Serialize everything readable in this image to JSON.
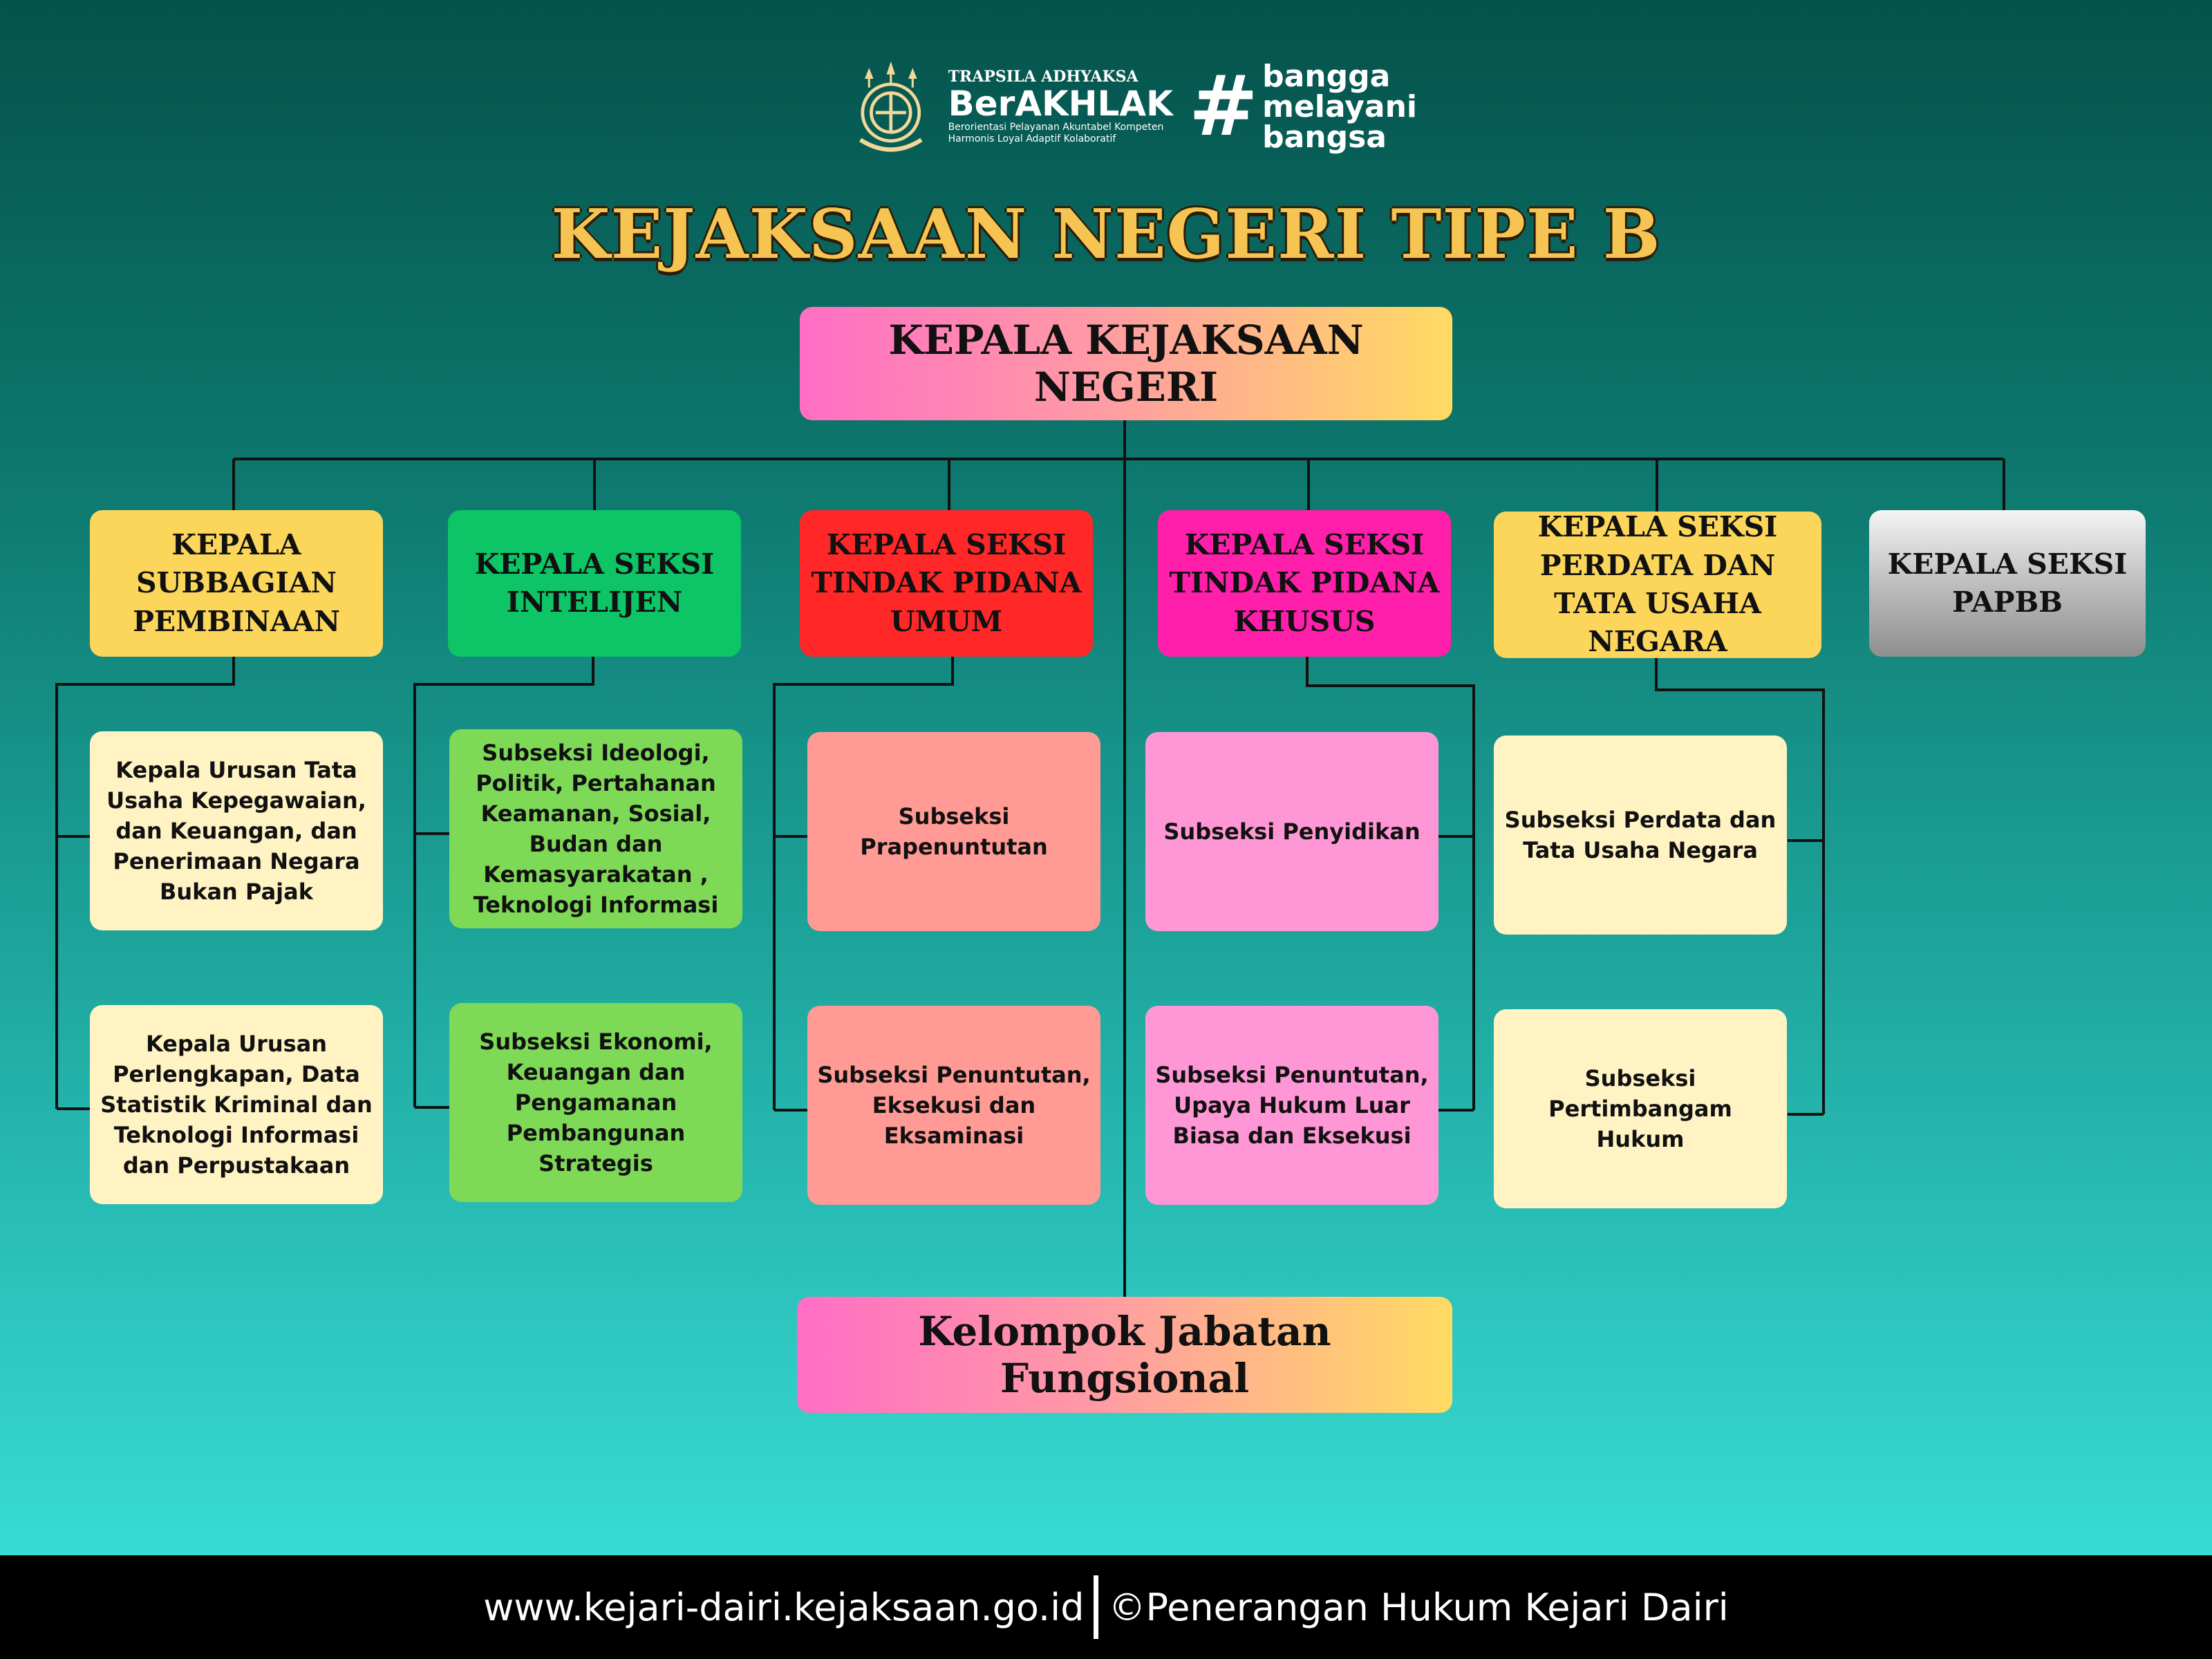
{
  "header": {
    "emblem": "kejaksaan-emblem-icon",
    "tagline_small": "TRAPSILA ADHYAKSA",
    "tagline_main": "BerAKHLAK",
    "tagline_sub": "Berorientasi Pelayanan Akuntabel Kompeten Harmonis Loyal Adaptif Kolaboratif",
    "hashtag_symbol": "#",
    "hashtag_words": [
      "bangga",
      "melayani",
      "bangsa"
    ]
  },
  "title": "KEJAKSAAN NEGERI TIPE B",
  "top_box": "KEPALA KEJAKSAAN NEGERI",
  "bottom_box": "Kelompok Jabatan Fungsional",
  "units": [
    {
      "title": "KEPALA SUBBAGIAN PEMBINAAN",
      "color": "#fcd65a",
      "sub_color": "#fff3c4",
      "subs": [
        "Kepala Urusan Tata Usaha Kepegawaian, dan Keuangan, dan Penerimaan Negara Bukan Pajak",
        "Kepala Urusan Perlengkapan, Data Statistik Kriminal dan Teknologi Informasi dan Perpustakaan"
      ]
    },
    {
      "title": "KEPALA SEKSI INTELIJEN",
      "color": "#0dc466",
      "sub_color": "#7ed957",
      "subs": [
        "Subseksi Ideologi, Politik, Pertahanan Keamanan, Sosial, Budan dan Kemasyarakatan , Teknologi Informasi",
        "Subseksi Ekonomi, Keuangan dan Pengamanan Pembangunan Strategis"
      ]
    },
    {
      "title": "KEPALA SEKSI TINDAK PIDANA UMUM",
      "color": "#ff2727",
      "sub_color": "#ff9a94",
      "subs": [
        "Subseksi Prapenuntutan",
        "Subseksi Penuntutan, Eksekusi dan Eksaminasi"
      ]
    },
    {
      "title": "KEPALA SEKSI TINDAK PIDANA KHUSUS",
      "color": "#ff1fab",
      "sub_color": "#ff97d6",
      "subs": [
        "Subseksi Penyidikan",
        "Subseksi Penuntutan, Upaya Hukum Luar Biasa dan Eksekusi"
      ]
    },
    {
      "title": "KEPALA SEKSI PERDATA DAN TATA USAHA NEGARA",
      "color": "#fcd65a",
      "sub_color": "#fff3c4",
      "subs": [
        "Subseksi Perdata dan Tata Usaha Negara",
        "Subseksi Pertimbangam Hukum"
      ]
    },
    {
      "title": "KEPALA SEKSI PAPBB",
      "color": "#b9b9b9",
      "subs": []
    }
  ],
  "footer": {
    "website": "www.kejari-dairi.kejaksaan.go.id",
    "credit": "©Penerangan Hukum Kejari Dairi"
  }
}
